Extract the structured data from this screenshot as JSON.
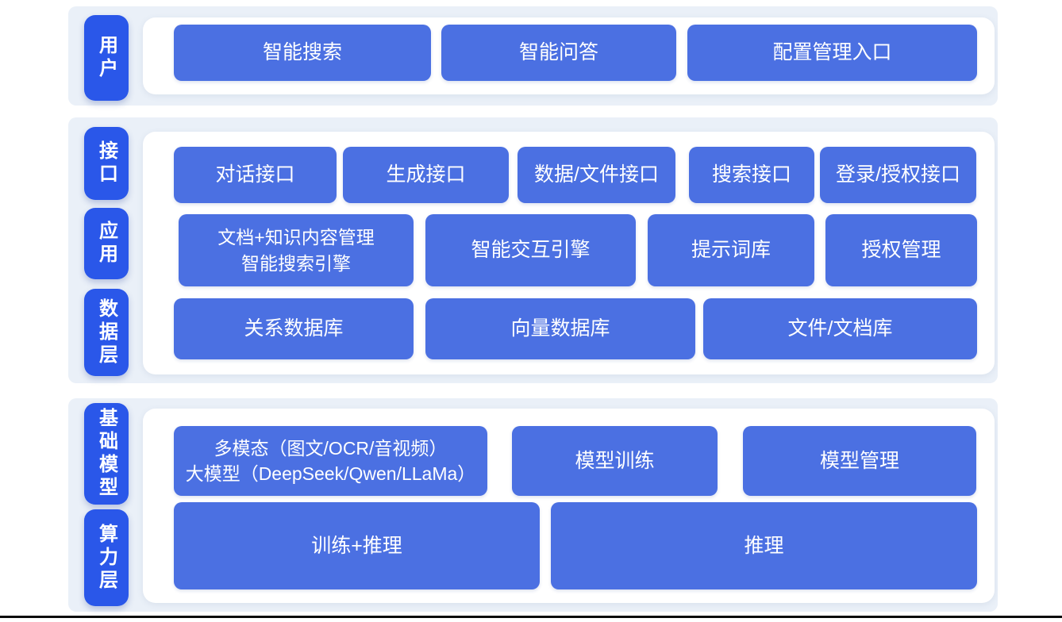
{
  "diagram": {
    "colors": {
      "page_bg": "#ffffff",
      "panel_bg": "#eaf0f8",
      "label_bg": "#2a57e9",
      "button_bg": "#4b70e2",
      "text": "#ffffff",
      "bottom_line": "#0b0b0b"
    },
    "sections": [
      {
        "name": "user-layer",
        "labels": [
          {
            "text": "用户"
          }
        ],
        "rows": [
          {
            "buttons": [
              {
                "label": "智能搜索"
              },
              {
                "label": "智能问答"
              },
              {
                "label": "配置管理入口"
              }
            ]
          }
        ]
      },
      {
        "name": "interface-application-data-layer",
        "labels": [
          {
            "text": "接口"
          },
          {
            "text": "应用"
          },
          {
            "text": "数据层"
          }
        ],
        "rows": [
          {
            "buttons": [
              {
                "label": "对话接口"
              },
              {
                "label": "生成接口"
              },
              {
                "label": "数据/文件接口"
              },
              {
                "label": "搜索接口"
              },
              {
                "label": "登录/授权接口"
              }
            ]
          },
          {
            "buttons": [
              {
                "line1": "文档+知识内容管理",
                "line2": "智能搜索引擎"
              },
              {
                "label": "智能交互引擎"
              },
              {
                "label": "提示词库"
              },
              {
                "label": "授权管理"
              }
            ]
          },
          {
            "buttons": [
              {
                "label": "关系数据库"
              },
              {
                "label": "向量数据库"
              },
              {
                "label": "文件/文档库"
              }
            ]
          }
        ]
      },
      {
        "name": "foundation-model-compute-layer",
        "labels": [
          {
            "text": "基础模型"
          },
          {
            "text": "算力层"
          }
        ],
        "rows": [
          {
            "buttons": [
              {
                "line1": "多模态（图文/OCR/音视频）",
                "line2": "大模型（DeepSeek/Qwen/LLaMa）"
              },
              {
                "label": "模型训练"
              },
              {
                "label": "模型管理"
              }
            ]
          },
          {
            "buttons": [
              {
                "label": "训练+推理"
              },
              {
                "label": "推理"
              }
            ]
          }
        ]
      }
    ]
  }
}
